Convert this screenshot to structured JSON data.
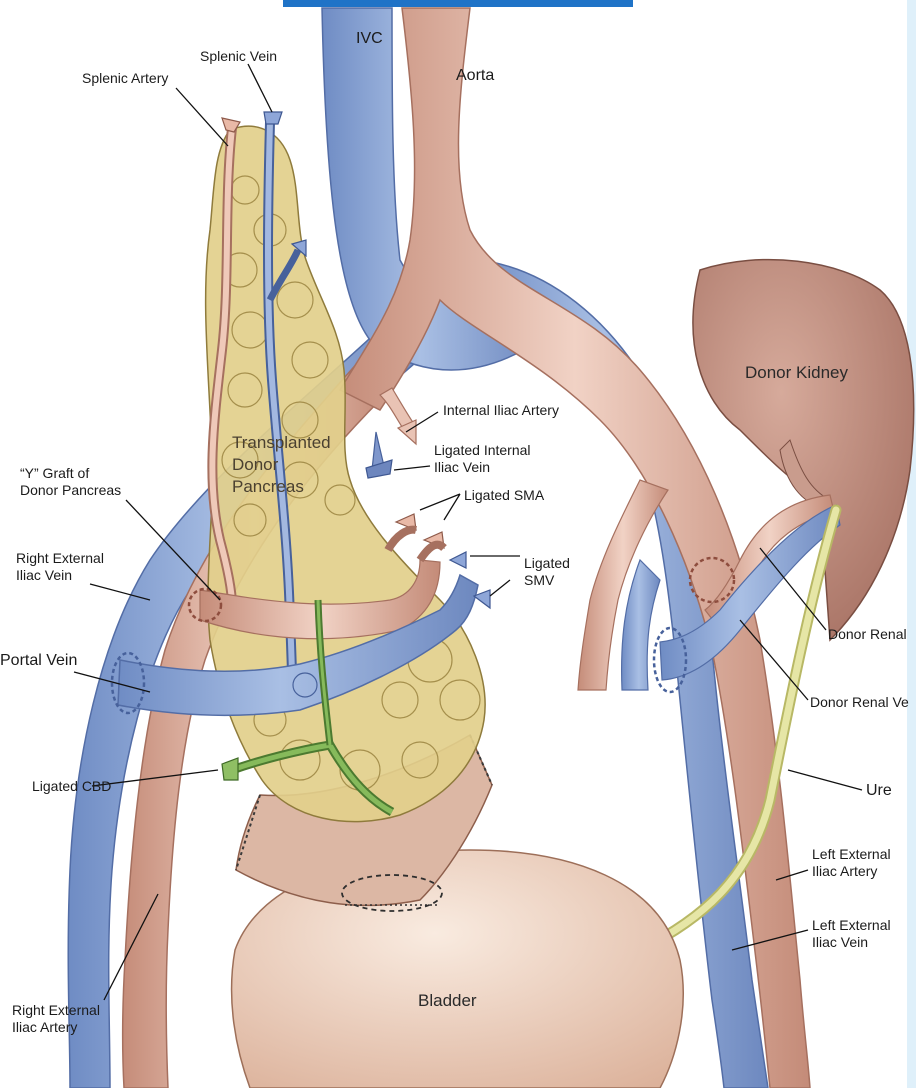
{
  "colors": {
    "vein": "#8fa9d6",
    "vein_dark": "#5d79b3",
    "artery": "#e2b3a3",
    "artery_dark": "#b97a67",
    "pancreas": "#e6d595",
    "pancreas_dark": "#b9a35a",
    "bile_duct": "#6d9e47",
    "kidney": "#b98778",
    "bladder": "#f1d6c4",
    "ureter": "#dfdf9a",
    "accent_bar": "#1f73c7"
  },
  "labels": {
    "ivc": "IVC",
    "aorta": "Aorta",
    "splenic_vein": "Splenic Vein",
    "splenic_artery": "Splenic Artery",
    "donor_kidney": "Donor Kidney",
    "internal_iliac_artery": "Internal Iliac Artery",
    "ligated_internal_iliac_vein_1": "Ligated Internal",
    "ligated_internal_iliac_vein_2": "Iliac Vein",
    "ligated_sma": "Ligated SMA",
    "ligated_smv_1": "Ligated",
    "ligated_smv_2": "SMV",
    "y_graft_1": "“Y” Graft of",
    "y_graft_2": "Donor Pancreas",
    "transplanted_1": "Transplanted",
    "transplanted_2": "Donor",
    "transplanted_3": "Pancreas",
    "right_ext_iliac_vein_1": "Right External",
    "right_ext_iliac_vein_2": "Iliac Vein",
    "portal_vein": "Portal Vein",
    "donor_renal_artery": "Donor Renal",
    "donor_renal_vein": "Donor Renal Ve",
    "ureter": "Ure",
    "ligated_cbd": "Ligated CBD",
    "left_ext_iliac_artery_1": "Left External",
    "left_ext_iliac_artery_2": "Iliac Artery",
    "left_ext_iliac_vein_1": "Left External",
    "left_ext_iliac_vein_2": "Iliac Vein",
    "bladder": "Bladder",
    "right_ext_iliac_artery_1": "Right External",
    "right_ext_iliac_artery_2": "Iliac Artery"
  }
}
